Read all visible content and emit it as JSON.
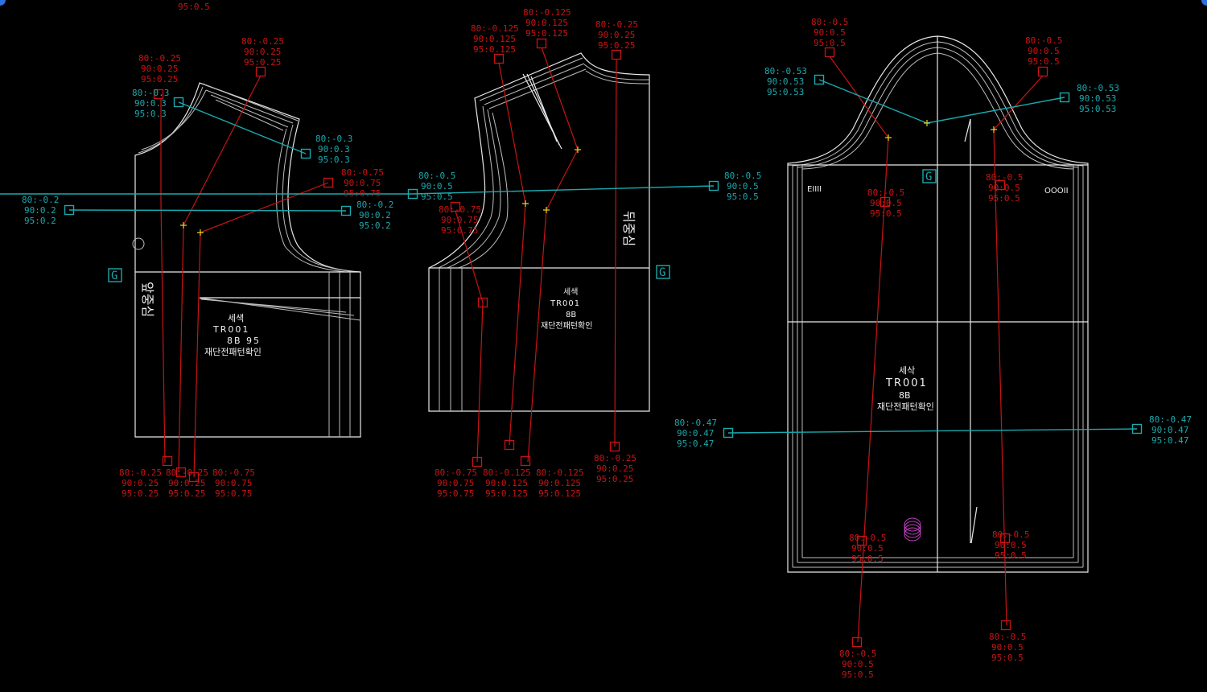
{
  "colors": {
    "red": "#c81414",
    "cyan": "#1aa9ad",
    "outline": "#e8e8e8",
    "marker": "#c040c0",
    "plus": "#e8d020"
  },
  "pieces": {
    "front": {
      "center_label": "앞중심",
      "text": [
        "세색",
        "TR001",
        "8B 95",
        "재단전패턴확인"
      ],
      "grain_mark": "G"
    },
    "back": {
      "center_label": "뒤중심",
      "text": [
        "세색",
        "TR001",
        "8B",
        "재단전패턴확인"
      ],
      "grain_mark": "G"
    },
    "sleeve": {
      "text": [
        "세삭",
        "TR001",
        "8B",
        "재단전패턴확인"
      ],
      "grain_mark": "G",
      "notch_left": "EIIII",
      "notch_right": "OOOII"
    }
  },
  "grade_labels": [
    {
      "color": "red",
      "lines": [
        "95:0.5"
      ]
    },
    {
      "color": "red",
      "lines": [
        "80:-0.25",
        "90:0.25",
        "95:0.25"
      ]
    },
    {
      "color": "red",
      "lines": [
        "80:-0.25",
        "90:0.25",
        "95:0.25"
      ]
    },
    {
      "color": "cyan",
      "lines": [
        "80:-0.3",
        "90:0.3",
        "95:0.3"
      ]
    },
    {
      "color": "cyan",
      "lines": [
        "80:-0.3",
        "90:0.3",
        "95:0.3"
      ]
    },
    {
      "color": "red",
      "lines": [
        "80:-0.75",
        "90:0.75",
        "95:0.75"
      ]
    },
    {
      "color": "cyan",
      "lines": [
        "80:-0.5",
        "90:0.5",
        "95:0.5"
      ]
    },
    {
      "color": "cyan",
      "lines": [
        "80:-0.2",
        "90:0.2",
        "95:0.2"
      ]
    },
    {
      "color": "cyan",
      "lines": [
        "80:-0.2",
        "90:0.2",
        "95:0.2"
      ]
    },
    {
      "color": "red",
      "lines": [
        "80:-0.25",
        "90:0.25",
        "95:0.25"
      ]
    },
    {
      "color": "red",
      "lines": [
        "80:-0.25",
        "90:0.25",
        "95:0.25"
      ]
    },
    {
      "color": "red",
      "lines": [
        "80:-0.75",
        "90:0.75",
        "95:0.75"
      ]
    },
    {
      "color": "red",
      "lines": [
        "80:-0.125",
        "90:0.125",
        "95:0.125"
      ]
    },
    {
      "color": "red",
      "lines": [
        "80:-0.125",
        "90:0.125",
        "95:0.125"
      ]
    },
    {
      "color": "red",
      "lines": [
        "80:-0.25",
        "90:0.25",
        "95:0.25"
      ]
    },
    {
      "color": "red",
      "lines": [
        "80:-0.75",
        "90:0.75",
        "95:0.75"
      ]
    },
    {
      "color": "red",
      "lines": [
        "80:-0.75",
        "90:0.75",
        "95:0.75"
      ]
    },
    {
      "color": "red",
      "lines": [
        "80:-0.125",
        "90:0.125",
        "95:0.125"
      ]
    },
    {
      "color": "red",
      "lines": [
        "80:-0.125",
        "90:0.125",
        "95:0.125"
      ]
    },
    {
      "color": "red",
      "lines": [
        "80:-0.25",
        "90:0.25",
        "95:0.25"
      ]
    },
    {
      "color": "cyan",
      "lines": [
        "80:-0.5",
        "90:0.5",
        "95:0.5"
      ]
    },
    {
      "color": "red",
      "lines": [
        "80:-0.5",
        "90:0.5",
        "95:0.5"
      ]
    },
    {
      "color": "cyan",
      "lines": [
        "80:-0.53",
        "90:0.53",
        "95:0.53"
      ]
    },
    {
      "color": "red",
      "lines": [
        "80:-0.5",
        "90:0.5",
        "95:0.5"
      ]
    },
    {
      "color": "cyan",
      "lines": [
        "80:-0.53",
        "90:0.53",
        "95:0.53"
      ]
    },
    {
      "color": "red",
      "lines": [
        "80:-0.5",
        "90:0.5",
        "95:0.5"
      ]
    },
    {
      "color": "red",
      "lines": [
        "80:-0.5",
        "90:0.5",
        "95:0.5"
      ]
    },
    {
      "color": "red",
      "lines": [
        "80:-0.5",
        "90:0.5",
        "95:0.5"
      ]
    },
    {
      "color": "red",
      "lines": [
        "80:-0.5",
        "90:0.5",
        "95:0.5"
      ]
    },
    {
      "color": "cyan",
      "lines": [
        "80:-0.47",
        "90:0.47",
        "95:0.47"
      ]
    },
    {
      "color": "cyan",
      "lines": [
        "80:-0.47",
        "90:0.47",
        "95:0.47"
      ]
    },
    {
      "color": "red",
      "lines": [
        "80:-0.5",
        "90:0.5",
        "95:0.5"
      ]
    },
    {
      "color": "red",
      "lines": [
        "80:-0.5",
        "90:0.5",
        "95:0.5"
      ]
    }
  ]
}
